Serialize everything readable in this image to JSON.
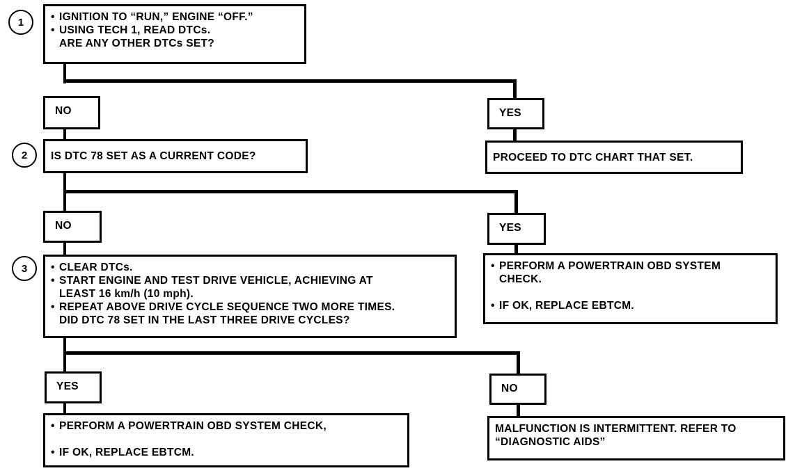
{
  "steps": [
    {
      "number": "1",
      "lines": [
        "IGNITION  TO “RUN,” ENGINE “OFF.”",
        "USING TECH 1, READ DTCs.",
        "ARE ANY OTHER DTCs SET?"
      ],
      "no_label": "NO",
      "yes_label": "YES",
      "yes_result": [
        "PROCEED TO DTC CHART THAT SET."
      ]
    },
    {
      "number": "2",
      "lines": [
        "IS DTC 78 SET AS A CURRENT CODE?"
      ],
      "no_label": "NO",
      "yes_label": "YES",
      "yes_result": [
        "PERFORM A POWERTRAIN OBD SYSTEM",
        "CHECK.",
        "IF OK, REPLACE EBTCM."
      ]
    },
    {
      "number": "3",
      "lines": [
        "CLEAR DTCs.",
        "START ENGINE AND TEST DRIVE VEHICLE, ACHIEVING AT",
        "LEAST 16 km/h (10 mph).",
        "REPEAT ABOVE DRIVE CYCLE SEQUENCE TWO MORE TIMES.",
        "DID DTC 78 SET IN THE LAST THREE DRIVE CYCLES?"
      ],
      "yes_label": "YES",
      "yes_result": [
        "PERFORM A POWERTRAIN OBD SYSTEM CHECK,",
        "IF OK, REPLACE EBTCM."
      ],
      "no_label": "NO",
      "no_result": [
        "MALFUNCTION IS INTERMITTENT. REFER TO",
        "“DIAGNOSTIC AIDS”"
      ]
    }
  ],
  "bullet_char": "•"
}
